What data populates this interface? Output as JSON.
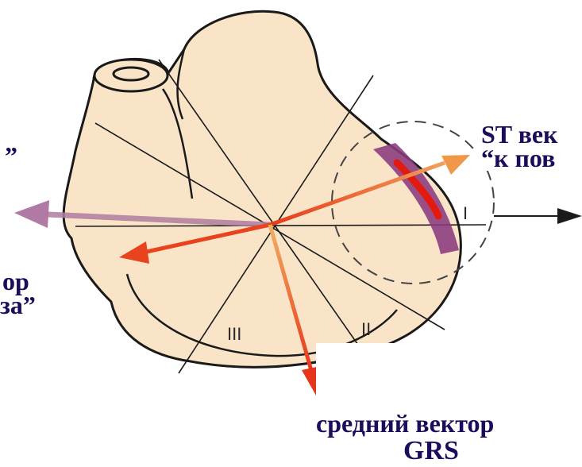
{
  "labels": {
    "st_line1": "ST век",
    "st_line2": "“к пов",
    "left_top": "”",
    "left_mid_1": "ор",
    "left_mid_2": "за”",
    "qrs_line1": "средний вектор",
    "qrs_line2": "GRS"
  },
  "leads": {
    "lead_one": "I",
    "lead_two": "II",
    "lead_three": "III"
  },
  "colors": {
    "heart_fill": "#fae4c8",
    "outline": "#1a1a1a",
    "injury_zone": "#8a3a7e",
    "vector_orange": "#e8431c",
    "label_text": "#1d0b5c"
  }
}
